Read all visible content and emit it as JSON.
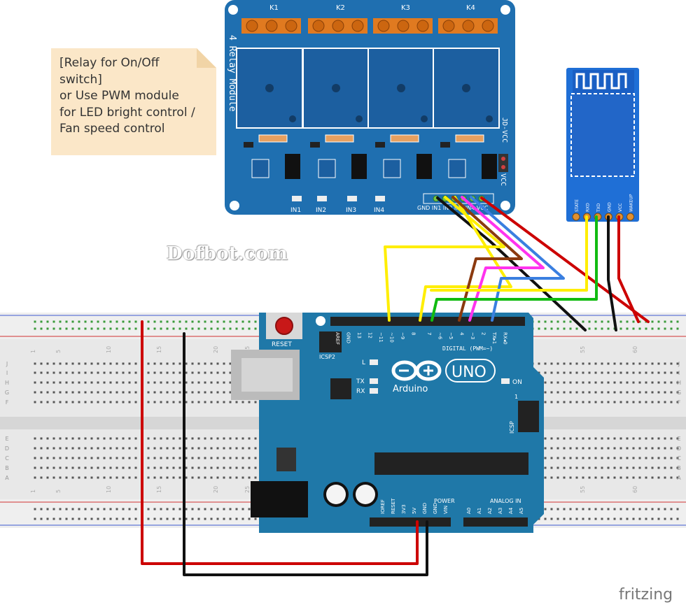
{
  "note": {
    "lines": [
      "[Relay for On/Off",
      "switch]",
      "or Use PWM module",
      "for LED bright control /",
      "Fan speed control"
    ]
  },
  "watermark": "Dofbot.com",
  "footer_logo": "fritzing",
  "relay_module": {
    "title": "4 Relay Module",
    "relays": [
      "K1",
      "K2",
      "K3",
      "K4"
    ],
    "inputs": [
      "IN1",
      "IN2",
      "IN3",
      "IN4"
    ],
    "jumper_labels": [
      "JD-VCC",
      "VCC"
    ],
    "pin_header": "GND IN1 IN2 IN3 IN4 VCC"
  },
  "bluetooth_module": {
    "pins": [
      "STATE",
      "RXD",
      "TXD",
      "GND",
      "VCC",
      "WAKEUP"
    ]
  },
  "arduino": {
    "brand": "Arduino",
    "model": "UNO",
    "reset_label": "RESET",
    "icsp2_label": "ICSP2",
    "icsp_label": "ICSP",
    "led_l": "L",
    "led_tx": "TX",
    "led_rx": "RX",
    "on_label": "ON",
    "digital_label": "DIGITAL (PWM=~)",
    "digital_pins": [
      "AREF",
      "GND",
      "13",
      "12",
      "~11",
      "~10",
      "~9",
      "8",
      "7",
      "~6",
      "~5",
      "4",
      "~3",
      "2",
      "TX▸1",
      "RX◂0"
    ],
    "power_label": "POWER",
    "power_pins": [
      "IOREF",
      "RESET",
      "3V3",
      "5V",
      "GND",
      "GND",
      "VIN"
    ],
    "analog_label": "ANALOG IN",
    "analog_pins": [
      "A0",
      "A1",
      "A2",
      "A3",
      "A4",
      "A5"
    ],
    "header_one": "1"
  },
  "breadboard": {
    "rows_top": [
      "J",
      "I",
      "H",
      "G",
      "F"
    ],
    "rows_bottom": [
      "E",
      "D",
      "C",
      "B",
      "A"
    ],
    "columns": [
      "1",
      "5",
      "10",
      "15",
      "20",
      "25",
      "55",
      "60"
    ]
  },
  "colors": {
    "board_blue": "#1f6fb0",
    "breadboard": "#e6e6e6",
    "wire_red": "#cc0000",
    "wire_black": "#111111",
    "wire_yellow": "#ffee00",
    "wire_brown": "#8b3a0f",
    "wire_magenta": "#ff33ee",
    "wire_blue": "#3a7fe0",
    "wire_green": "#11bb11",
    "sticky_note": "#fbe7c8"
  }
}
